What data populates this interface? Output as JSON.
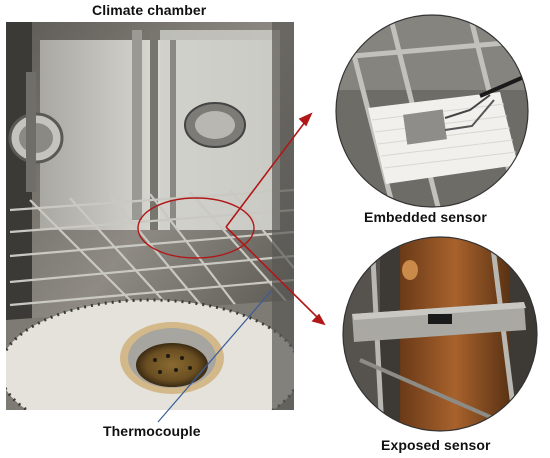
{
  "labels": {
    "climate_chamber": "Climate chamber",
    "embedded_sensor": "Embedded sensor",
    "thermocouple": "Thermocouple",
    "exposed_sensor": "Exposed sensor"
  },
  "colors": {
    "arrow": "#b01818",
    "pointer": "#3a5d9a",
    "label_text": "#111111"
  }
}
